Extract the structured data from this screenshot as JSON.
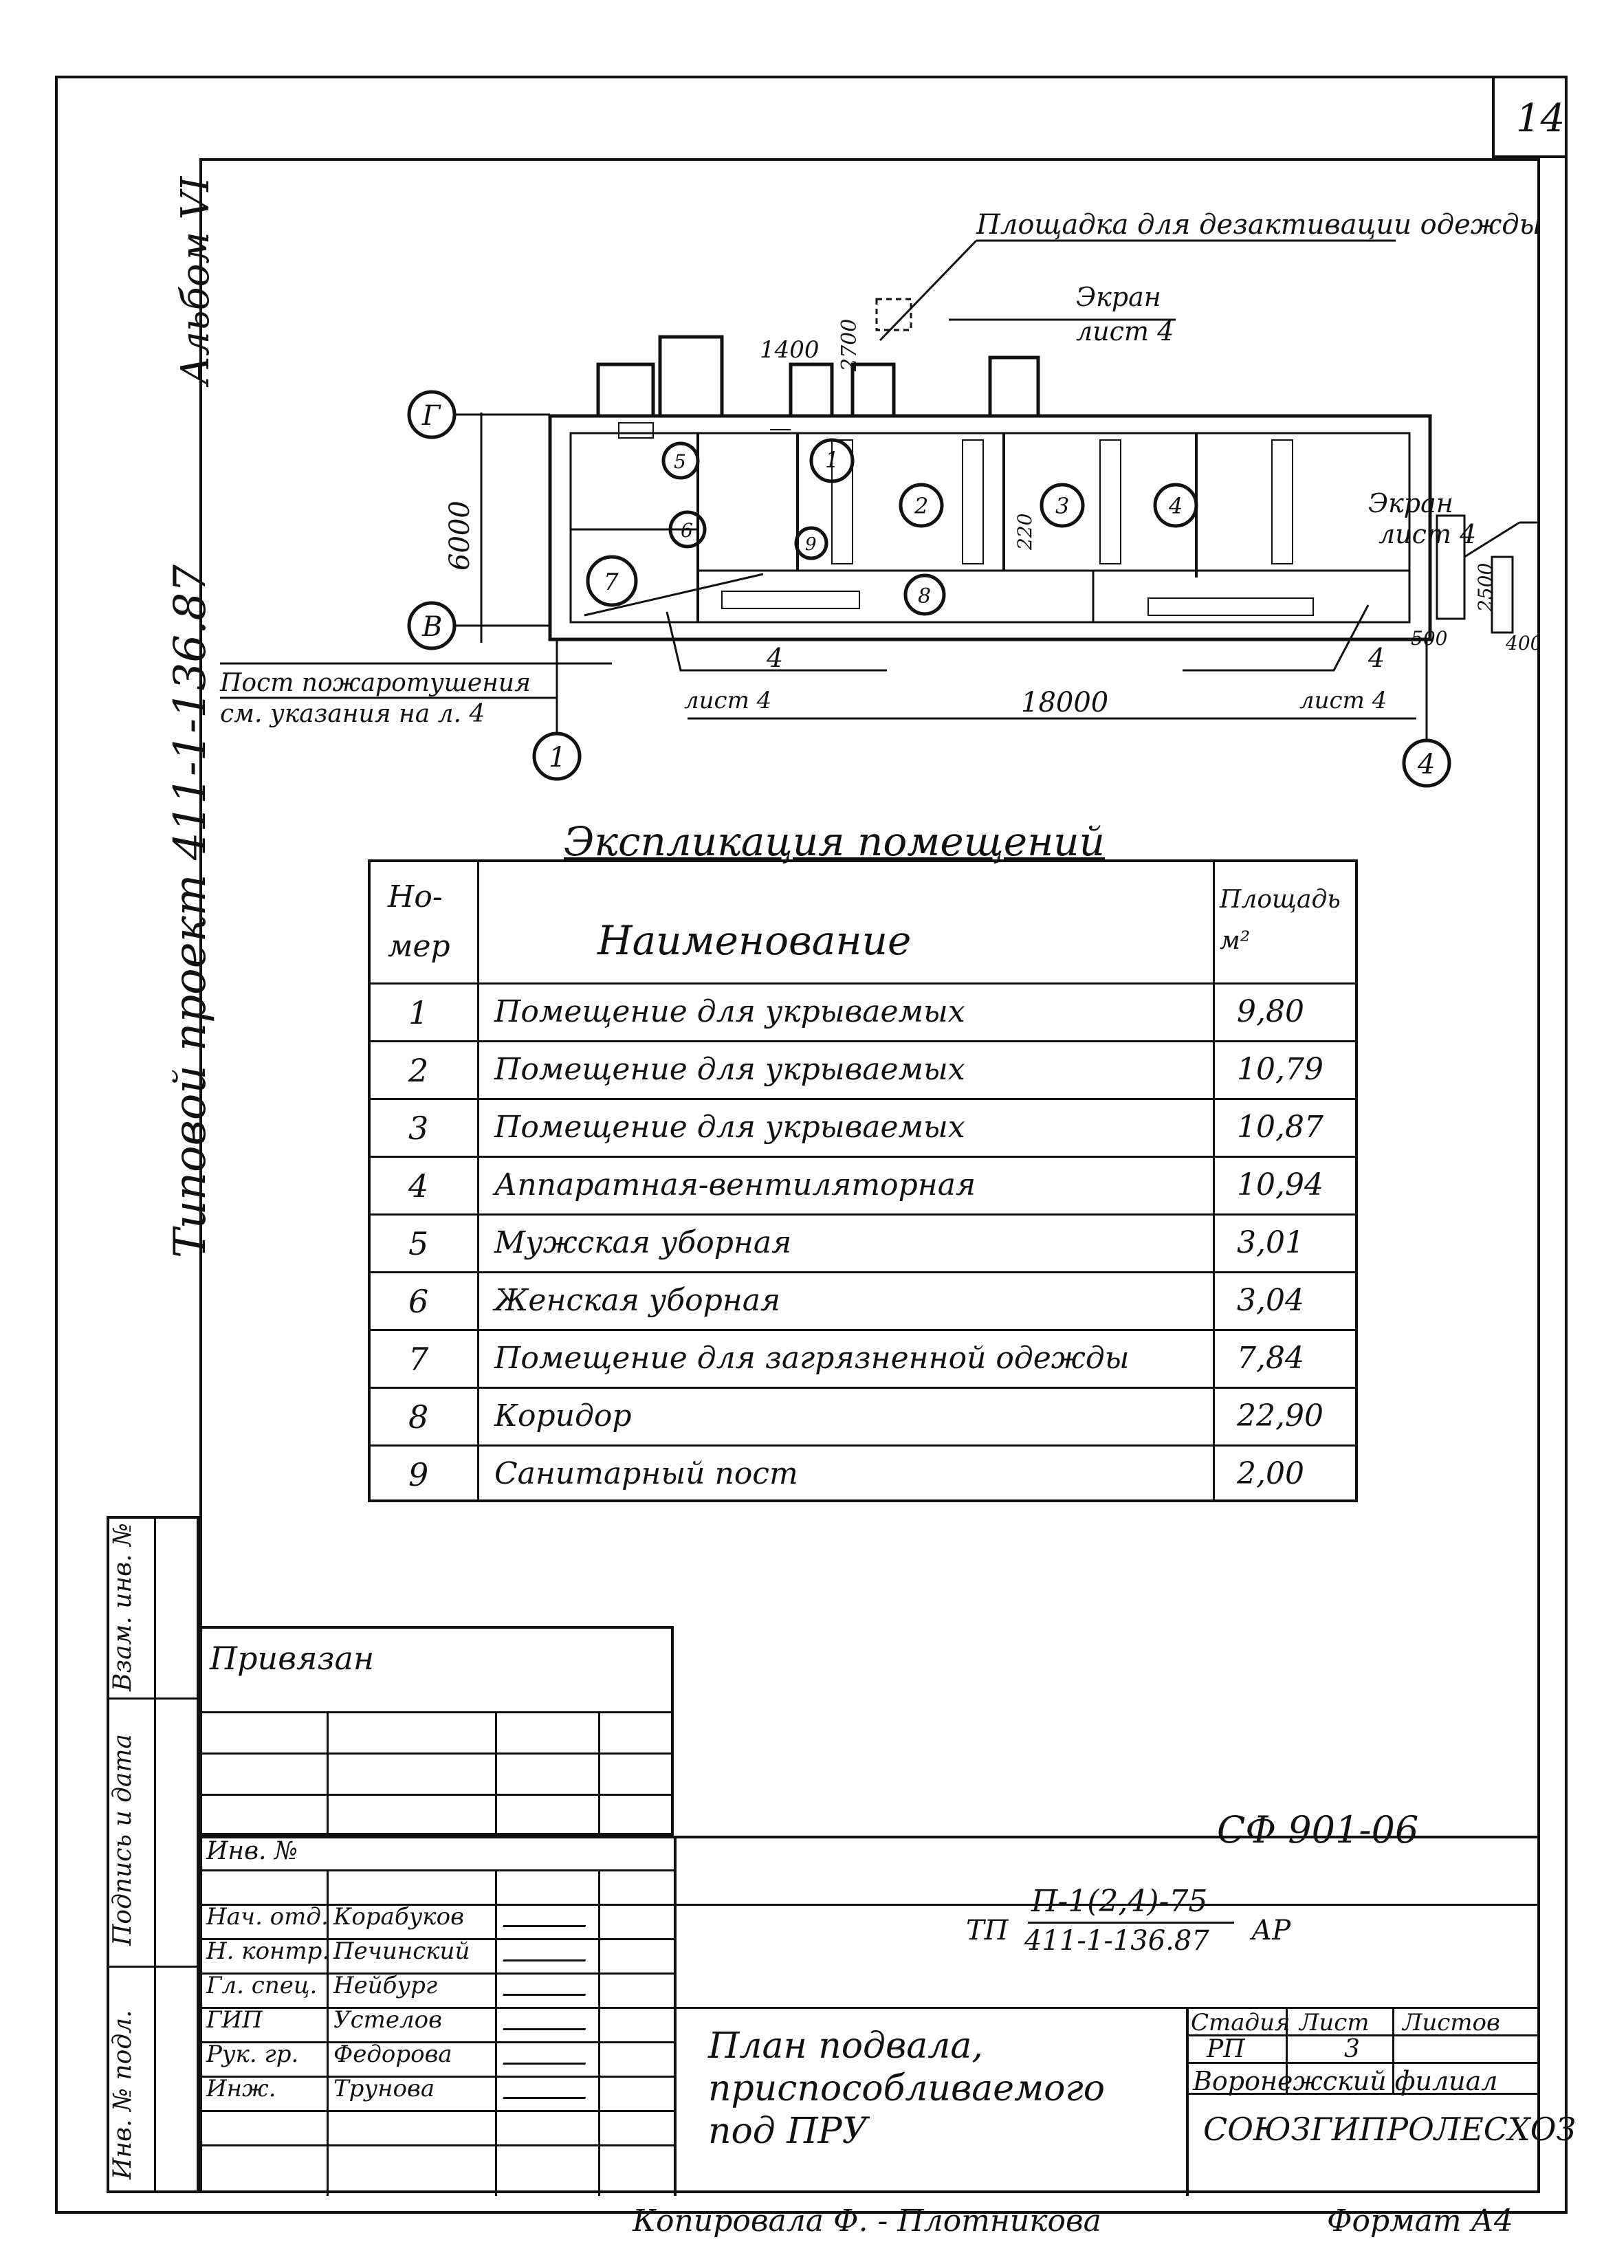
{
  "page_number": "14",
  "album": "Альбом VI",
  "project": "Типовой проект 411-1-136.87",
  "plan": {
    "callout_clothes_platform": "Площадка для дезактивации одежды",
    "screen_top": "Экран",
    "screen_top_sheet": "лист 4",
    "screen_right": "Экран",
    "screen_right_sheet": "лист 4",
    "dim_top_1": "1400",
    "dim_top_2": "2700",
    "dim_height": "6000",
    "dim_length": "18000",
    "dim_220": "220",
    "dim_500": "500",
    "dim_400": "400",
    "dim_2500": "2500",
    "axis_g": "Г",
    "axis_v": "В",
    "axis_1": "1",
    "axis_4": "4",
    "section_left_mark": "4",
    "section_left_sheet": "лист 4",
    "section_right_mark": "4",
    "section_right_sheet": "лист 4",
    "fire_post_1": "Пост пожаротушения",
    "fire_post_2": "см. указания на л. 4",
    "rooms": [
      "1",
      "2",
      "3",
      "4",
      "5",
      "6",
      "7",
      "8",
      "9"
    ]
  },
  "explication": {
    "title": "Экспликация помещений",
    "col_num": "Но-\nмер",
    "col_name": "Наименование",
    "col_area": "Площадь\nм²",
    "rows": [
      {
        "num": "1",
        "name": "Помещение для укрываемых",
        "area": "9,80"
      },
      {
        "num": "2",
        "name": "Помещение для укрываемых",
        "area": "10,79"
      },
      {
        "num": "3",
        "name": "Помещение для укрываемых",
        "area": "10,87"
      },
      {
        "num": "4",
        "name": "Аппаратная-вентиляторная",
        "area": "10,94"
      },
      {
        "num": "5",
        "name": "Мужская уборная",
        "area": "3,01"
      },
      {
        "num": "6",
        "name": "Женская уборная",
        "area": "3,04"
      },
      {
        "num": "7",
        "name": "Помещение для загрязненной одежды",
        "area": "7,84"
      },
      {
        "num": "8",
        "name": "Коридор",
        "area": "22,90"
      },
      {
        "num": "9",
        "name": "Санитарный пост",
        "area": "2,00"
      }
    ]
  },
  "side_stamp": {
    "inv_orig": "Инв. № подл.",
    "sign_date": "Подпись и дата",
    "replace_inv": "Взам. инв. №"
  },
  "stamp": {
    "privyazan": "Привязан",
    "inv_no": "Инв. №",
    "doc_code": "СФ 901-06",
    "tp_prefix": "ТП",
    "tp_num": "П-1(2,4)-75",
    "tp_den": "411-1-136.87",
    "tp_suffix": "АР",
    "roles": [
      {
        "role": "Нач. отд.",
        "name": "Корабуков"
      },
      {
        "role": "Н. контр.",
        "name": "Печинский"
      },
      {
        "role": "Гл. спец.",
        "name": "Нейбург"
      },
      {
        "role": "ГИП",
        "name": "Устелов"
      },
      {
        "role": "Рук. гр.",
        "name": "Федорова"
      },
      {
        "role": "Инж.",
        "name": "Трунова"
      }
    ],
    "drawing_title": "План подвала, приспособливаемого под ПРУ",
    "col_stage": "Стадия",
    "col_sheet": "Лист",
    "col_sheets": "Листов",
    "stage": "РП",
    "sheet": "3",
    "org_1": "Воронежский филиал",
    "org_2": "СОЮЗГИПРОЛЕСХОЗ"
  },
  "footer": {
    "copied": "Копировала Ф. - Плотникова",
    "format": "Формат А4"
  }
}
